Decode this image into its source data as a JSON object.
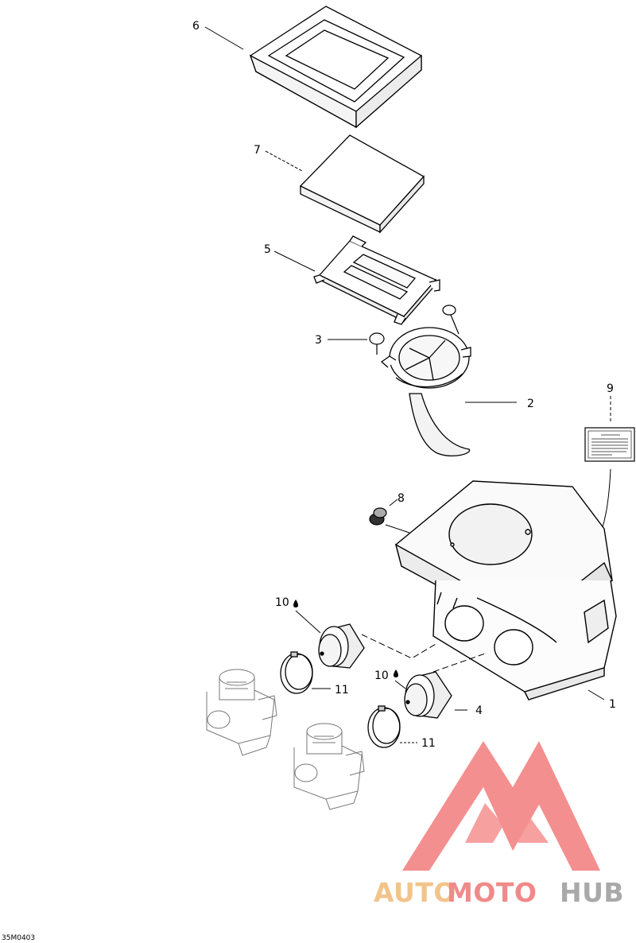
{
  "callouts": {
    "c1": "1",
    "c2": "2",
    "c3": "3",
    "c4": "4",
    "c5": "5",
    "c6": "6",
    "c7": "7",
    "c8": "8",
    "c9": "9",
    "c10a": "10",
    "c10b": "10",
    "c11a": "11",
    "c11b": "11"
  },
  "drawing_code": "35M0403",
  "watermark": {
    "part1": "AUTO",
    "part2": "MOTO",
    "part3": "HUB",
    "color1": "#f2c48a",
    "color2": "#f08a8a",
    "color3": "#a9a9a9",
    "logo_color": "#f06060"
  }
}
